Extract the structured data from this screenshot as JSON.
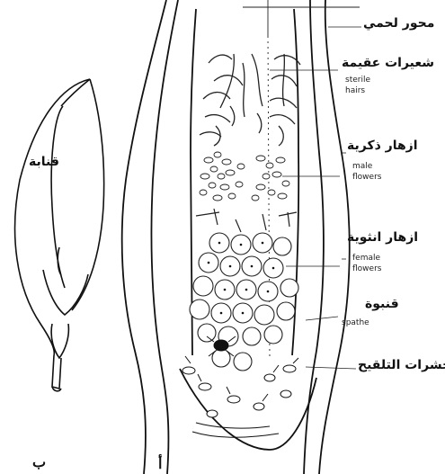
{
  "labels": {
    "axis": {
      "ar": "محور لحمي"
    },
    "sterile_hairs": {
      "ar": "شعيرات عقيمة",
      "en": [
        "sterile",
        "hairs"
      ]
    },
    "male_flowers": {
      "ar": "ازهار ذكرية",
      "en": [
        "male",
        "flowers"
      ]
    },
    "female_flowers": {
      "ar": "ازهار انثوية",
      "en": [
        "female",
        "flowers"
      ]
    },
    "spathe": {
      "ar": "قنبوة",
      "en": [
        "spathe"
      ]
    },
    "pollinators": {
      "ar": "حشرات التلقيح"
    },
    "qanaba": {
      "ar": "قنابة"
    }
  },
  "figure_letters": {
    "a": "أ",
    "b": "ب"
  }
}
